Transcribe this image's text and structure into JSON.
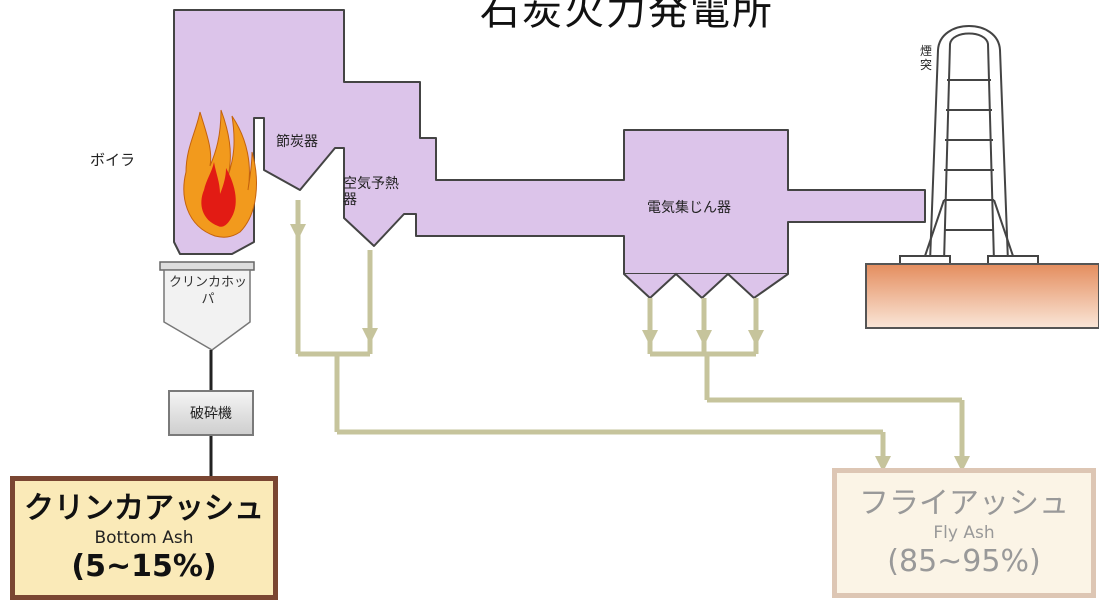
{
  "title": "石炭火力発電所",
  "labels": {
    "boiler": "ボイラ",
    "economizer": "節炭器",
    "air_preheater": "空気予熱器",
    "esp": "電気集じん器",
    "stack": "煙突",
    "clinker_hopper": "クリンカホッパ",
    "crusher": "破砕機"
  },
  "outputs": {
    "bottom_ash": {
      "jp": "クリンカアッシュ",
      "en": "Bottom Ash",
      "percent": "(5~15%)"
    },
    "fly_ash": {
      "jp": "フライアッシュ",
      "en": "Fly Ash",
      "percent": "(85~95%)"
    }
  },
  "colors": {
    "duct": "#dcc4ea",
    "duct_outline": "#444444",
    "arrow": "#c6c49c",
    "flame_outer": "#f29a1d",
    "flame_inner": "#e21b14",
    "ground": "#eaa277",
    "bottom_box_fill": "#faeab8",
    "bottom_box_border": "#7a4632",
    "fly_box_fill": "#fbf4e6",
    "fly_box_border": "#ddc6b4"
  }
}
